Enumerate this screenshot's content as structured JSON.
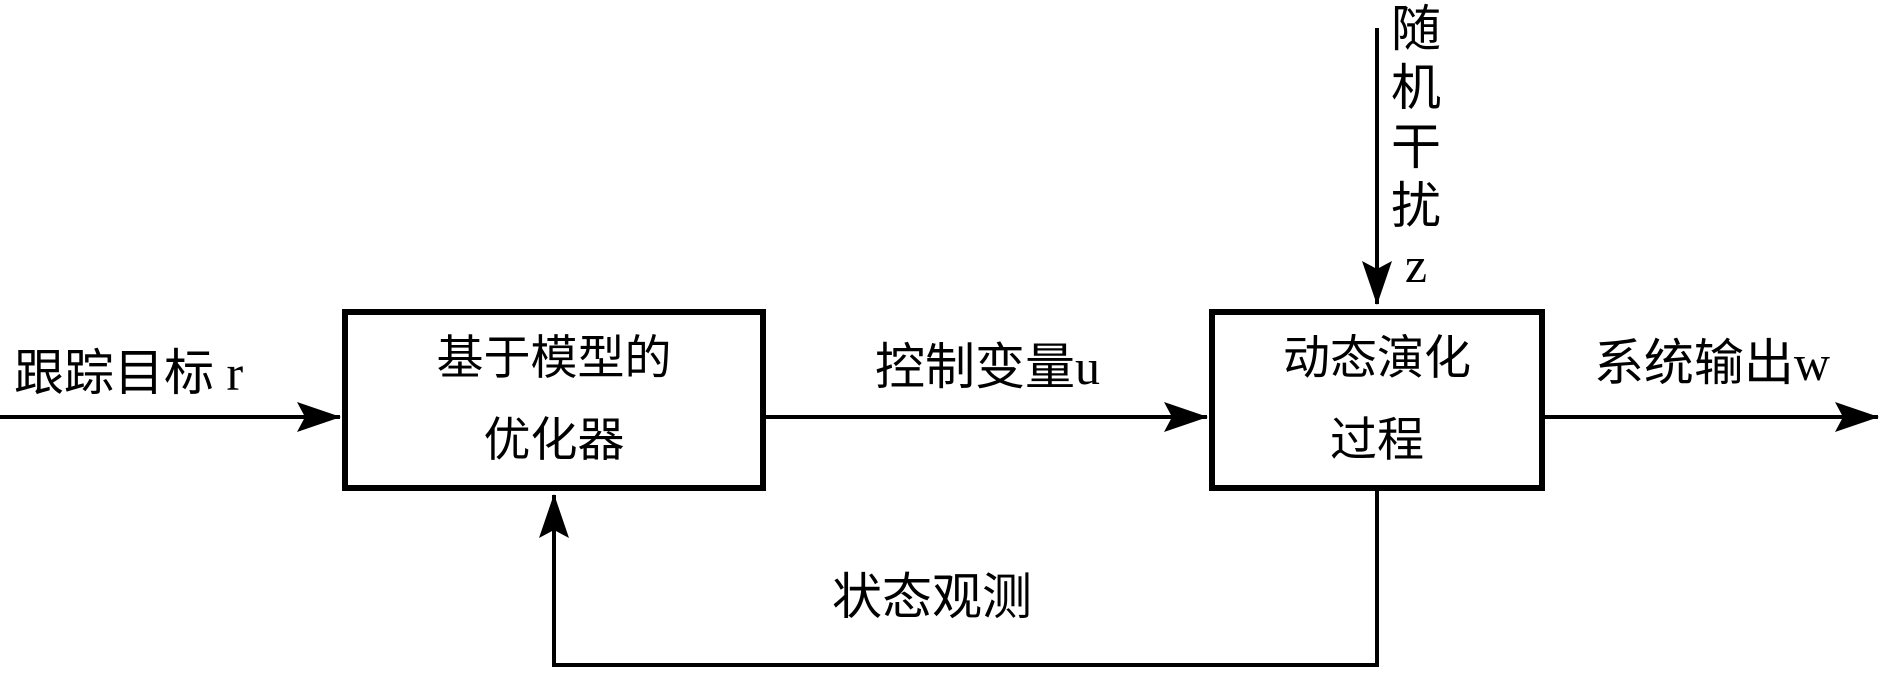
{
  "diagram": {
    "type": "block-diagram",
    "background_color": "#ffffff",
    "line_color": "#000000",
    "nodes": [
      {
        "id": "optimizer",
        "label_lines": [
          "基于模型的",
          "优化器"
        ]
      },
      {
        "id": "process",
        "label_lines": [
          "动态演化",
          "过程"
        ]
      }
    ],
    "labels": {
      "input": "跟踪目标 r",
      "control": "控制变量u",
      "output": "系统输出w",
      "disturbance": "随机干扰z",
      "feedback": "状态观测"
    },
    "edges": [
      {
        "from": "external-input",
        "to": "optimizer",
        "label": "跟踪目标 r"
      },
      {
        "from": "optimizer",
        "to": "process",
        "label": "控制变量u"
      },
      {
        "from": "external-disturbance",
        "to": "process",
        "label": "随机干扰z"
      },
      {
        "from": "process",
        "to": "external-output",
        "label": "系统输出w"
      },
      {
        "from": "process",
        "to": "optimizer",
        "label": "状态观测",
        "kind": "feedback"
      }
    ]
  }
}
